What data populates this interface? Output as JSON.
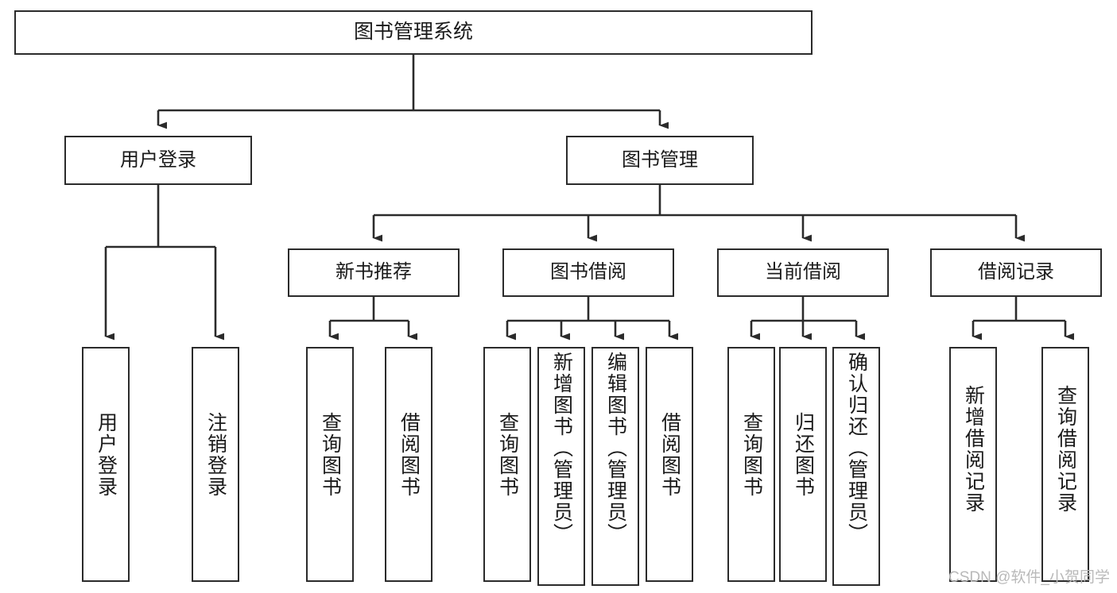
{
  "diagram": {
    "title": "图书管理系统",
    "type": "tree-hierarchy-diagram",
    "colors": {
      "stroke": "#2b2b2b",
      "fill": "#ffffff",
      "background": "#ffffff",
      "watermark": "#b9b9b9"
    },
    "nodes": {
      "root": {
        "label": "图书管理系统"
      },
      "level2": [
        {
          "label": "用户登录"
        },
        {
          "label": "图书管理"
        }
      ],
      "level3": [
        {
          "label": "新书推荐"
        },
        {
          "label": "图书借阅"
        },
        {
          "label": "当前借阅"
        },
        {
          "label": "借阅记录"
        }
      ],
      "leaves": {
        "user_login": [
          {
            "label": "用户登录"
          },
          {
            "label": "注销登录"
          }
        ],
        "new_book_recommend": [
          {
            "label": "查询图书"
          },
          {
            "label": "借阅图书"
          }
        ],
        "book_borrow": [
          {
            "label": "查询图书"
          },
          {
            "label": "新增图书（管理员）"
          },
          {
            "label": "编辑图书（管理员）"
          },
          {
            "label": "借阅图书"
          }
        ],
        "current_borrow": [
          {
            "label": "查询图书"
          },
          {
            "label": "归还图书"
          },
          {
            "label": "确认归还（管理员）"
          }
        ],
        "borrow_records": [
          {
            "label": "新增借阅记录"
          },
          {
            "label": "查询借阅记录"
          }
        ]
      }
    },
    "watermark": "CSDN @软件_小贺同学"
  }
}
